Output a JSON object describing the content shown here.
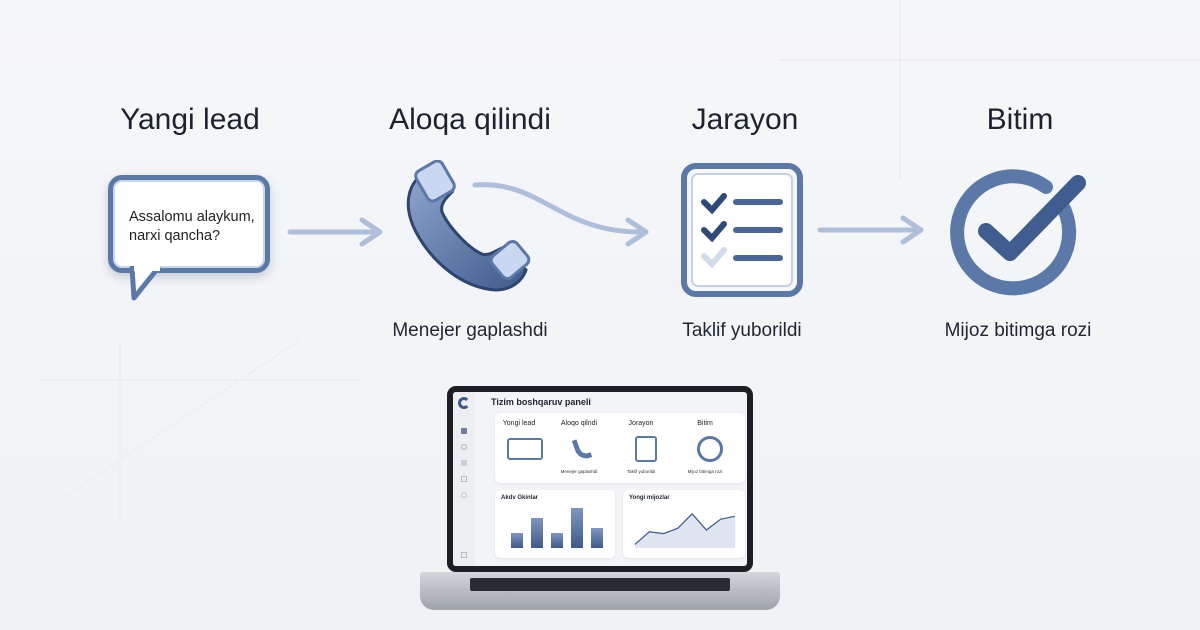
{
  "steps": [
    {
      "title": "Yangi lead",
      "caption": "",
      "icon": "chat-bubble-icon",
      "bubble_text": "Assalomu alaykum, narxi qancha?"
    },
    {
      "title": "Aloqa qilindi",
      "caption": "Menejer gaplashdi",
      "icon": "phone-icon"
    },
    {
      "title": "Jarayon",
      "caption": "Taklif yuborildi",
      "icon": "checklist-icon"
    },
    {
      "title": "Bitim",
      "caption": "Mijoz bitimga rozi",
      "icon": "check-circle-icon"
    }
  ],
  "colors": {
    "accent": "#5a78a8",
    "arrow": "#aebfdb",
    "background": "#f3f5f8"
  },
  "dashboard": {
    "title": "Tizim boshqaruv paneli",
    "steps": [
      {
        "title": "Yongi lead",
        "caption": ""
      },
      {
        "title": "Aloqo qilndi",
        "caption": "Menejer gaplashdi"
      },
      {
        "title": "Jorayon",
        "caption": "Taklif yuborildi"
      },
      {
        "title": "Bitim",
        "caption": "Mijoz bitimga rozi"
      }
    ],
    "bar_panel": {
      "title": "Akdv Gkinlar",
      "values": [
        0.38,
        0.75,
        0.38,
        1.0,
        0.5
      ]
    },
    "line_panel": {
      "title": "Yongi mijozlar",
      "values": [
        0.1,
        0.45,
        0.4,
        0.55,
        0.95,
        0.5,
        0.8,
        0.88
      ]
    }
  }
}
